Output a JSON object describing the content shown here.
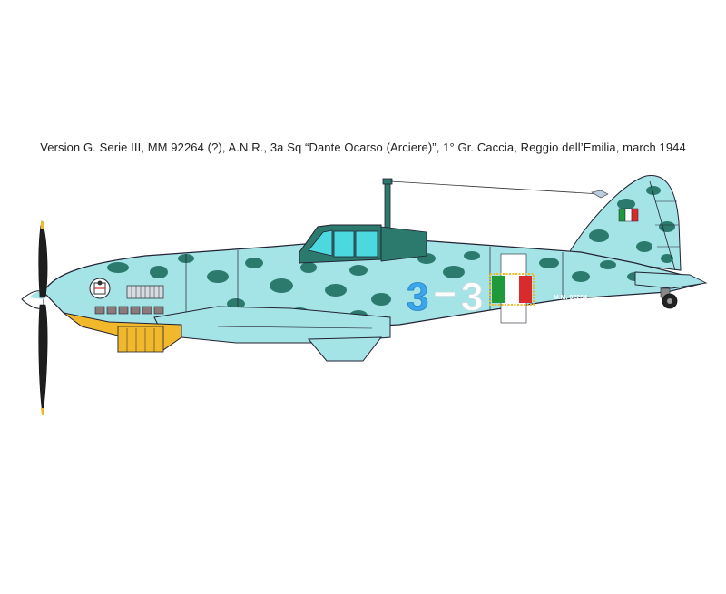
{
  "caption": "Version G. Serie III, MM 92264 (?), A.N.R., 3a Sq “Dante Ocarso (Arciere)”, 1° Gr. Caccia, Reggio dell’Emilia, march 1944",
  "markings": {
    "code_left": "3",
    "code_dash": "–",
    "code_right": "3",
    "serial": "M.M. 92264"
  },
  "colors": {
    "camo_base": "#a4e3e6",
    "camo_mottle": "#2c7a6e",
    "canopy": "#4cd8df",
    "nose_yellow": "#f0b82a",
    "code_blue": "#3aa6ee",
    "code_white": "#ffffff",
    "flag_green": "#1e9a3a",
    "flag_red": "#d92b2b"
  },
  "icons": {
    "squadron_emblem": "archer-emblem-icon",
    "propeller": "propeller-icon",
    "tail_flag": "italian-flag-icon"
  }
}
